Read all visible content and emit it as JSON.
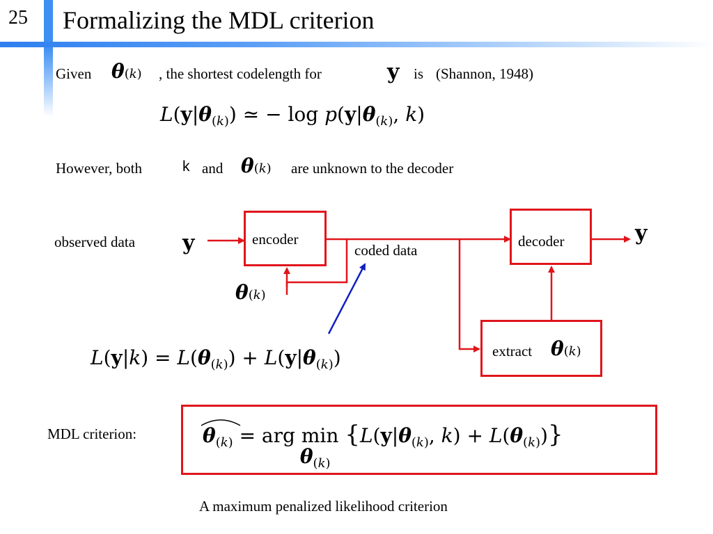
{
  "slide": {
    "number": "25",
    "title": "Formalizing the MDL criterion"
  },
  "line1": {
    "given": "Given",
    "mid": ", the shortest codelength for",
    "is": "is",
    "citation": "(Shannon, 1948)"
  },
  "line2": {
    "however": "However,  both",
    "k": "k",
    "and": "and",
    "rest": "are unknown to the decoder"
  },
  "diagram": {
    "observed_label": "observed data",
    "encoder_label": "encoder",
    "decoder_label": "decoder",
    "coded_label": "coded data",
    "extract_label": "extract",
    "y_symbol": "y"
  },
  "criterion": {
    "label": "MDL criterion:",
    "footer": "A maximum  penalized likelihood criterion"
  },
  "colors": {
    "accent_red": "#e0151b",
    "accent_blue": "#2f7ff0",
    "arrow_blue": "#1020c0"
  }
}
